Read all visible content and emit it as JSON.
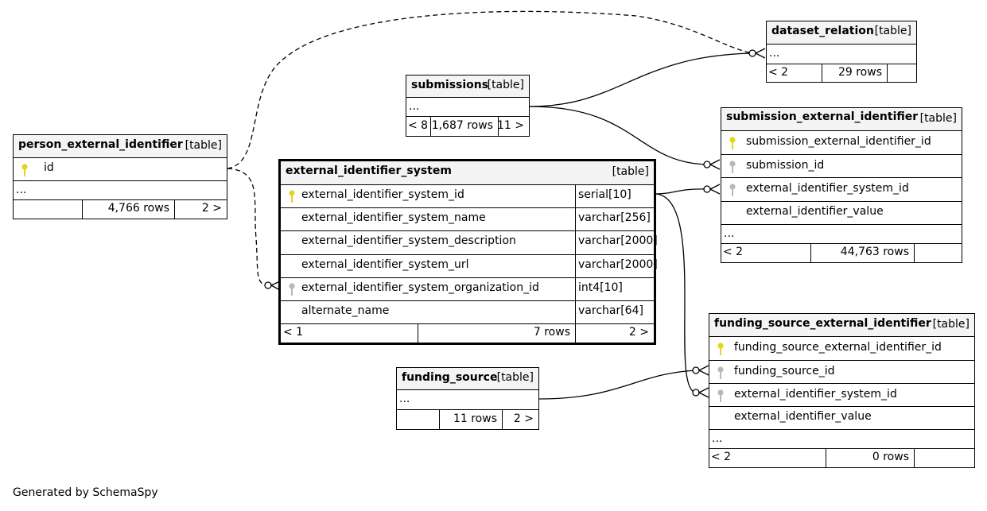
{
  "footer": "Generated by SchemaSpy",
  "key_colors": {
    "primary": "#e6d31f",
    "foreign": "#b8b8b8"
  },
  "tables": {
    "dataset_relation": {
      "name": "dataset_relation",
      "type": "[table]",
      "ellipsis": "...",
      "footer": {
        "parents": "< 2",
        "rows": "29 rows",
        "children": ""
      }
    },
    "submissions": {
      "name": "submissions",
      "type": "[table]",
      "ellipsis": "...",
      "footer": {
        "parents": "< 8",
        "rows": "1,687 rows",
        "children": "11 >"
      }
    },
    "submission_external_identifier": {
      "name": "submission_external_identifier",
      "type": "[table]",
      "columns": [
        {
          "name": "submission_external_identifier_id",
          "key": "primary"
        },
        {
          "name": "submission_id",
          "key": "foreign"
        },
        {
          "name": "external_identifier_system_id",
          "key": "foreign"
        },
        {
          "name": "external_identifier_value",
          "key": ""
        }
      ],
      "ellipsis": "...",
      "footer": {
        "parents": "< 2",
        "rows": "44,763 rows",
        "children": ""
      }
    },
    "person_external_identifier": {
      "name": "person_external_identifier",
      "type": "[table]",
      "columns": [
        {
          "name": "id",
          "key": "primary"
        }
      ],
      "ellipsis": "...",
      "footer": {
        "parents": "",
        "rows": "4,766 rows",
        "children": "2 >"
      }
    },
    "external_identifier_system": {
      "name": "external_identifier_system",
      "type": "[table]",
      "columns": [
        {
          "name": "external_identifier_system_id",
          "type": "serial[10]",
          "key": "primary"
        },
        {
          "name": "external_identifier_system_name",
          "type": "varchar[256]",
          "key": ""
        },
        {
          "name": "external_identifier_system_description",
          "type": "varchar[2000]",
          "key": ""
        },
        {
          "name": "external_identifier_system_url",
          "type": "varchar[2000]",
          "key": ""
        },
        {
          "name": "external_identifier_system_organization_id",
          "type": "int4[10]",
          "key": "foreign"
        },
        {
          "name": "alternate_name",
          "type": "varchar[64]",
          "key": ""
        }
      ],
      "footer": {
        "parents": "< 1",
        "rows": "7 rows",
        "children": "2 >"
      }
    },
    "funding_source_external_identifier": {
      "name": "funding_source_external_identifier",
      "type": "[table]",
      "columns": [
        {
          "name": "funding_source_external_identifier_id",
          "key": "primary"
        },
        {
          "name": "funding_source_id",
          "key": "foreign"
        },
        {
          "name": "external_identifier_system_id",
          "key": "foreign"
        },
        {
          "name": "external_identifier_value",
          "key": ""
        }
      ],
      "ellipsis": "...",
      "footer": {
        "parents": "< 2",
        "rows": "0 rows",
        "children": ""
      }
    },
    "funding_source": {
      "name": "funding_source",
      "type": "[table]",
      "ellipsis": "...",
      "footer": {
        "parents": "",
        "rows": "11 rows",
        "children": "2 >"
      }
    }
  }
}
